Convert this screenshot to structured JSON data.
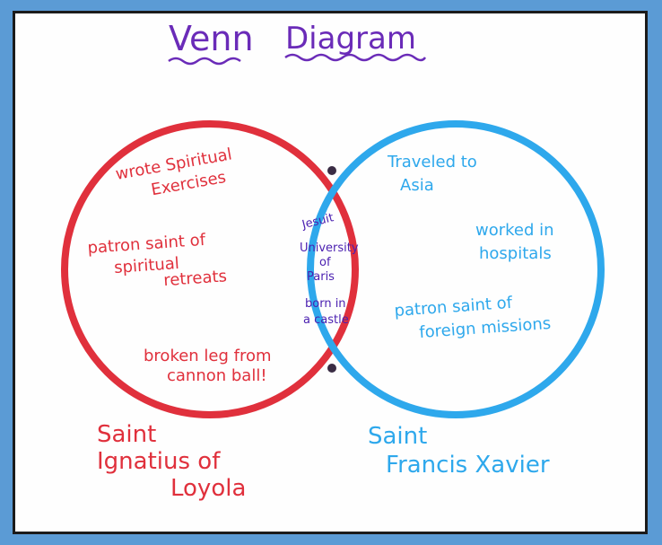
{
  "title": {
    "word1": "Venn",
    "word2": "Diagram"
  },
  "left_set": {
    "label_lines": [
      "Saint",
      "Ignatius of",
      "Loyola"
    ],
    "items": [
      [
        "wrote Spiritual",
        "Exercises"
      ],
      [
        "patron saint of",
        "spiritual",
        "retreats"
      ],
      [
        "broken leg from",
        "cannon ball!"
      ]
    ]
  },
  "right_set": {
    "label_lines": [
      "Saint",
      "Francis Xavier"
    ],
    "items": [
      [
        "Traveled to",
        "Asia"
      ],
      [
        "worked in",
        "hospitals"
      ],
      [
        "patron saint of",
        "foreign missions"
      ]
    ]
  },
  "intersection": {
    "items": [
      [
        "Jesuit"
      ],
      [
        "University",
        "of",
        "Paris"
      ],
      [
        "born in",
        "a castle"
      ]
    ]
  },
  "colors": {
    "left": "#e0303c",
    "right": "#2ea8ec",
    "title": "#6a2bb8",
    "intersection": "#4a1fb0",
    "frame": "#5b9bd5",
    "border": "#1b1b1b"
  }
}
